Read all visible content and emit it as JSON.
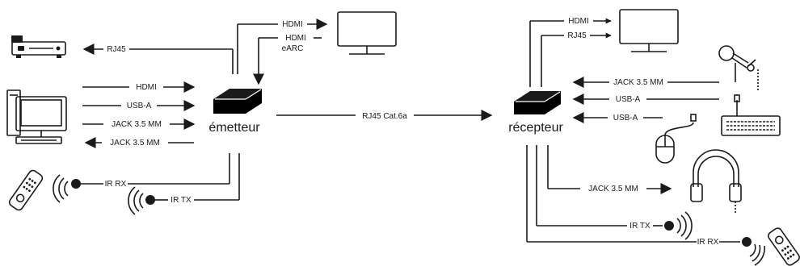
{
  "devices": {
    "transmitter": "émetteur",
    "receiver": "récepteur"
  },
  "link": {
    "main": "RJ45 Cat.6a"
  },
  "transmitter_side": {
    "hdmi_out": "HDMI",
    "hdmi_earc": [
      "HDMI",
      "eARC"
    ],
    "rj45": "RJ45",
    "hdmi_in": "HDMI",
    "usb_in": "USB-A",
    "jack_in": "JACK 3.5 MM",
    "jack_out": "JACK 3.5 MM",
    "ir_rx": "IR RX",
    "ir_tx": "IR TX"
  },
  "receiver_side": {
    "hdmi": "HDMI",
    "rj45": "RJ45",
    "jack_mic": "JACK 3.5 MM",
    "usb_keyboard": "USB-A",
    "usb_mouse": "USB-A",
    "jack_headphones": "JACK 3.5 MM",
    "ir_tx": "IR TX",
    "ir_rx": "IR RX"
  },
  "icons": [
    "router-icon",
    "computer-icon",
    "remote-control-icon",
    "ir-receiver-icon",
    "monitor-icon",
    "transmitter-box-icon",
    "receiver-box-icon",
    "microphone-icon",
    "keyboard-icon",
    "mouse-icon",
    "headphones-icon"
  ],
  "colors": {
    "ink": "#1a1a1a",
    "background": "#ffffff"
  }
}
